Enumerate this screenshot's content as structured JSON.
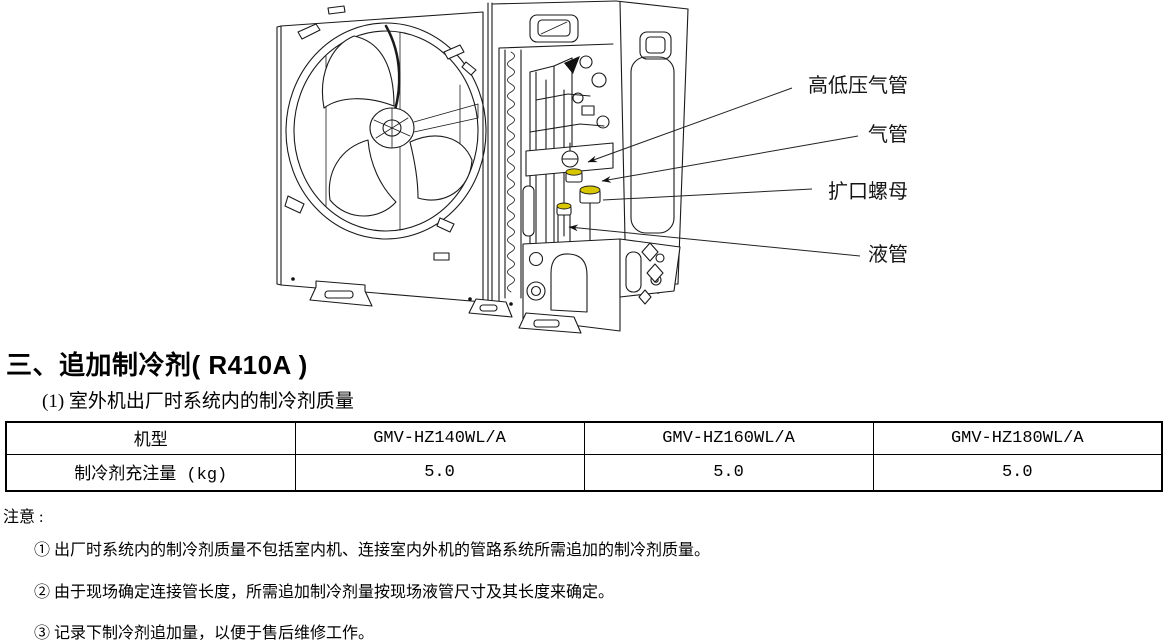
{
  "diagram": {
    "labels": [
      {
        "text": "高低压气管"
      },
      {
        "text": "气管"
      },
      {
        "text": "扩口螺母"
      },
      {
        "text": "液管"
      }
    ],
    "flare_nut_highlight": "#d8c600",
    "line_color": "#1a1a1a"
  },
  "section": {
    "heading": "三、追加制冷剂( R410A )",
    "subheading": "(1) 室外机出厂时系统内的制冷剂质量"
  },
  "table": {
    "columns": [
      "机型",
      "GMV-HZ140WL/A",
      "GMV-HZ160WL/A",
      "GMV-HZ180WL/A"
    ],
    "rows": [
      {
        "label": "制冷剂充注量 (kg)",
        "values": [
          "5.0",
          "5.0",
          "5.0"
        ]
      }
    ]
  },
  "notes": {
    "title": "注意 :",
    "items": [
      "① 出厂时系统内的制冷剂质量不包括室内机、连接室内外机的管路系统所需追加的制冷剂质量。",
      "② 由于现场确定连接管长度，所需追加制冷剂量按现场液管尺寸及其长度来确定。",
      "③ 记录下制冷剂追加量，以便于售后维修工作。"
    ]
  }
}
